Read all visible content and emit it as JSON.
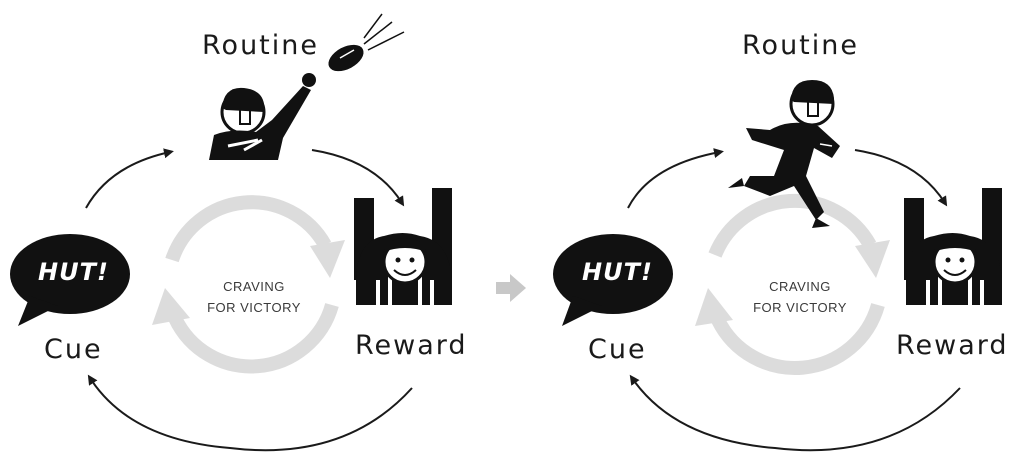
{
  "colors": {
    "ink": "#1a1a1a",
    "ring": "#dcdcdc",
    "transition_arrow": "#c8c8c8",
    "bubble_text": "#ffffff"
  },
  "panels": [
    {
      "routine": "Routine",
      "cue": "Cue",
      "reward": "Reward",
      "cue_bubble": "HUT!",
      "craving_line1": "CRAVING",
      "craving_line2": "FOR VICTORY",
      "routine_icon": "quarterback-throwing-icon",
      "reward_icon": "referee-touchdown-icon"
    },
    {
      "routine": "Routine",
      "cue": "Cue",
      "reward": "Reward",
      "cue_bubble": "HUT!",
      "craving_line1": "CRAVING",
      "craving_line2": "FOR VICTORY",
      "routine_icon": "player-running-icon",
      "reward_icon": "referee-touchdown-icon"
    }
  ],
  "transition_icon": "right-arrow-icon"
}
